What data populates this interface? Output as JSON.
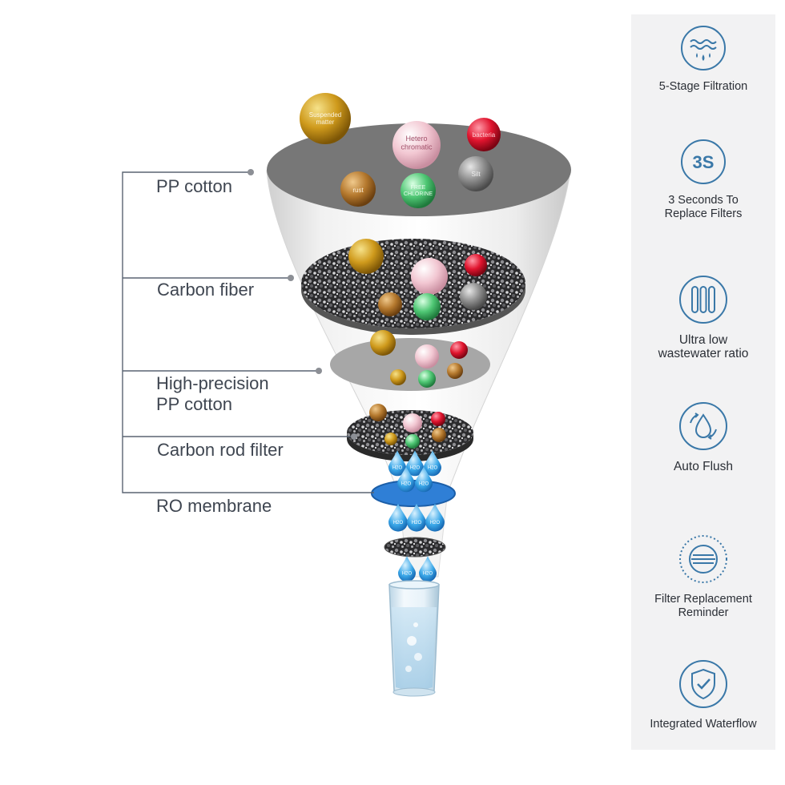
{
  "stages": [
    {
      "id": "pp",
      "label": "PP cotton"
    },
    {
      "id": "cf",
      "label": "Carbon fiber"
    },
    {
      "id": "hp",
      "label": "High-precision\nPP cotton"
    },
    {
      "id": "cr",
      "label": "Carbon rod filter"
    },
    {
      "id": "ro",
      "label": "RO membrane"
    }
  ],
  "contaminants": {
    "suspended": "Suspended\nmatter",
    "hetero": "Hetero\nchromatic",
    "bacteria": "bacteria",
    "silt": "Silt",
    "rust": "rust",
    "chlorine": "FREE\nCHLORINE"
  },
  "water_label": "H2O",
  "features": [
    {
      "icon": "waves-drops-icon",
      "label": "5-Stage Filtration"
    },
    {
      "icon": "3s-badge-icon",
      "badge": "3S",
      "label": "3 Seconds To\nReplace Filters"
    },
    {
      "icon": "filter-tubes-icon",
      "label": "Ultra low\nwastewater ratio"
    },
    {
      "icon": "auto-flush-icon",
      "label": "Auto Flush"
    },
    {
      "icon": "filter-reminder-icon",
      "label": "Filter Replacement\nReminder"
    },
    {
      "icon": "shield-check-icon",
      "label": "Integrated Waterflow"
    }
  ],
  "colors": {
    "accent": "#3a78a8",
    "ro_membrane": "#2f7fd6",
    "water_drop": "#3aa7e8",
    "sidebar_bg": "#f2f2f3",
    "label_text": "#3f4651"
  }
}
